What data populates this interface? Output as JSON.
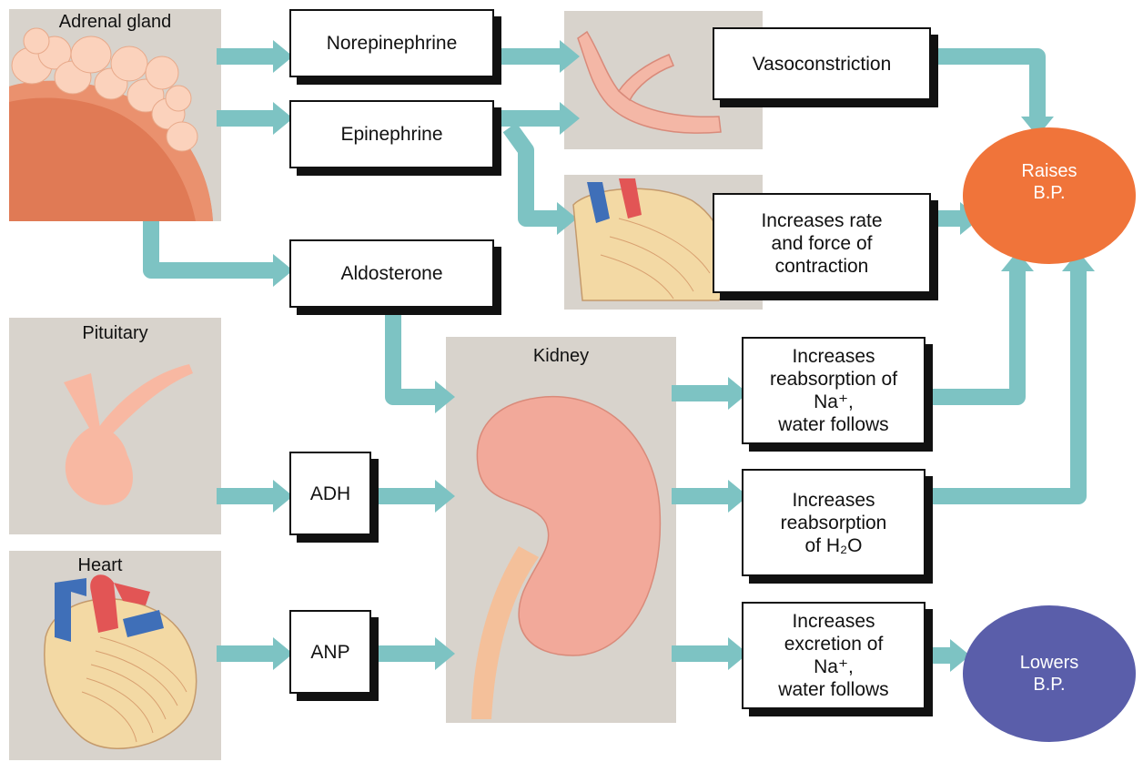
{
  "colors": {
    "arrow": "#7dc3c3",
    "panel": "#d8d3cc",
    "raises": "#f0743a",
    "lowers": "#5a5eaa"
  },
  "panels": {
    "adrenal": "Adrenal gland",
    "pituitary": "Pituitary",
    "heart": "Heart",
    "kidney": "Kidney"
  },
  "hormones": {
    "norepinephrine": "Norepinephrine",
    "epinephrine": "Epinephrine",
    "aldosterone": "Aldosterone",
    "adh": "ADH",
    "anp": "ANP"
  },
  "effects": {
    "vasoconstriction": "Vasoconstriction",
    "heart_rate": [
      "Increases rate",
      "and force of",
      "contraction"
    ],
    "reabsorb_na": [
      "Increases",
      "reabsorption of",
      "Na⁺,",
      "water follows"
    ],
    "reabsorb_h2o": [
      "Increases",
      "reabsorption",
      "of H₂O"
    ],
    "excrete_na": [
      "Increases",
      "excretion of",
      "Na⁺,",
      "water follows"
    ]
  },
  "outcomes": {
    "raises": [
      "Raises",
      "B.P."
    ],
    "lowers": [
      "Lowers",
      "B.P."
    ]
  }
}
